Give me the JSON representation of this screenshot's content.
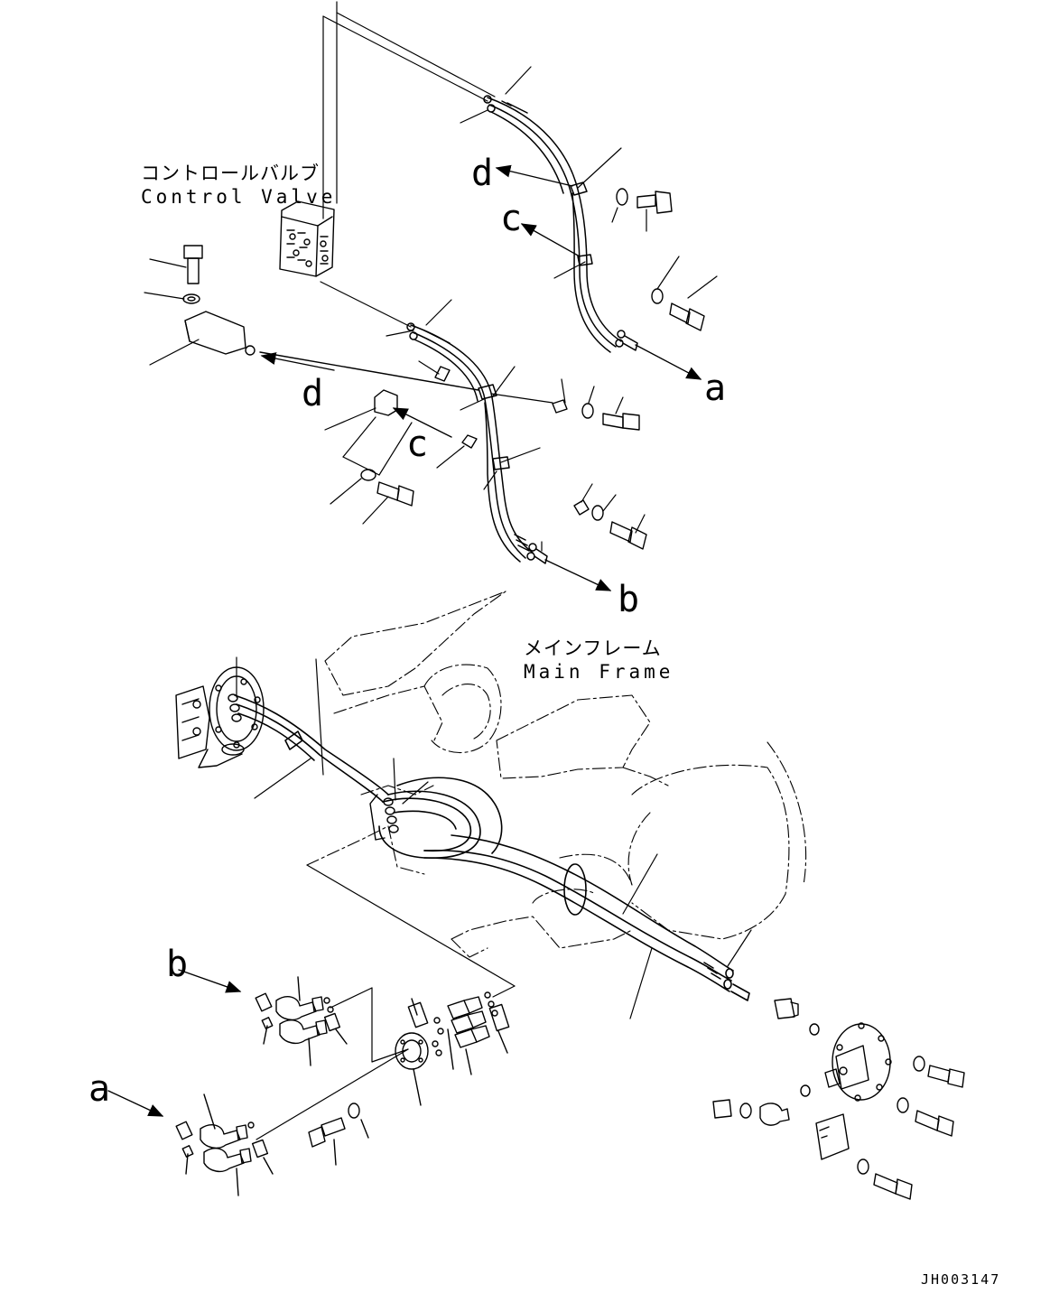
{
  "labels": {
    "control_valve_jp": "コントロールバルブ",
    "control_valve_en": "Control Valve",
    "main_frame_jp": "メインフレーム",
    "main_frame_en": "Main Frame",
    "drawing_code": "JH003147"
  },
  "markers": {
    "a": "a",
    "b": "b",
    "c": "c",
    "d": "d"
  }
}
